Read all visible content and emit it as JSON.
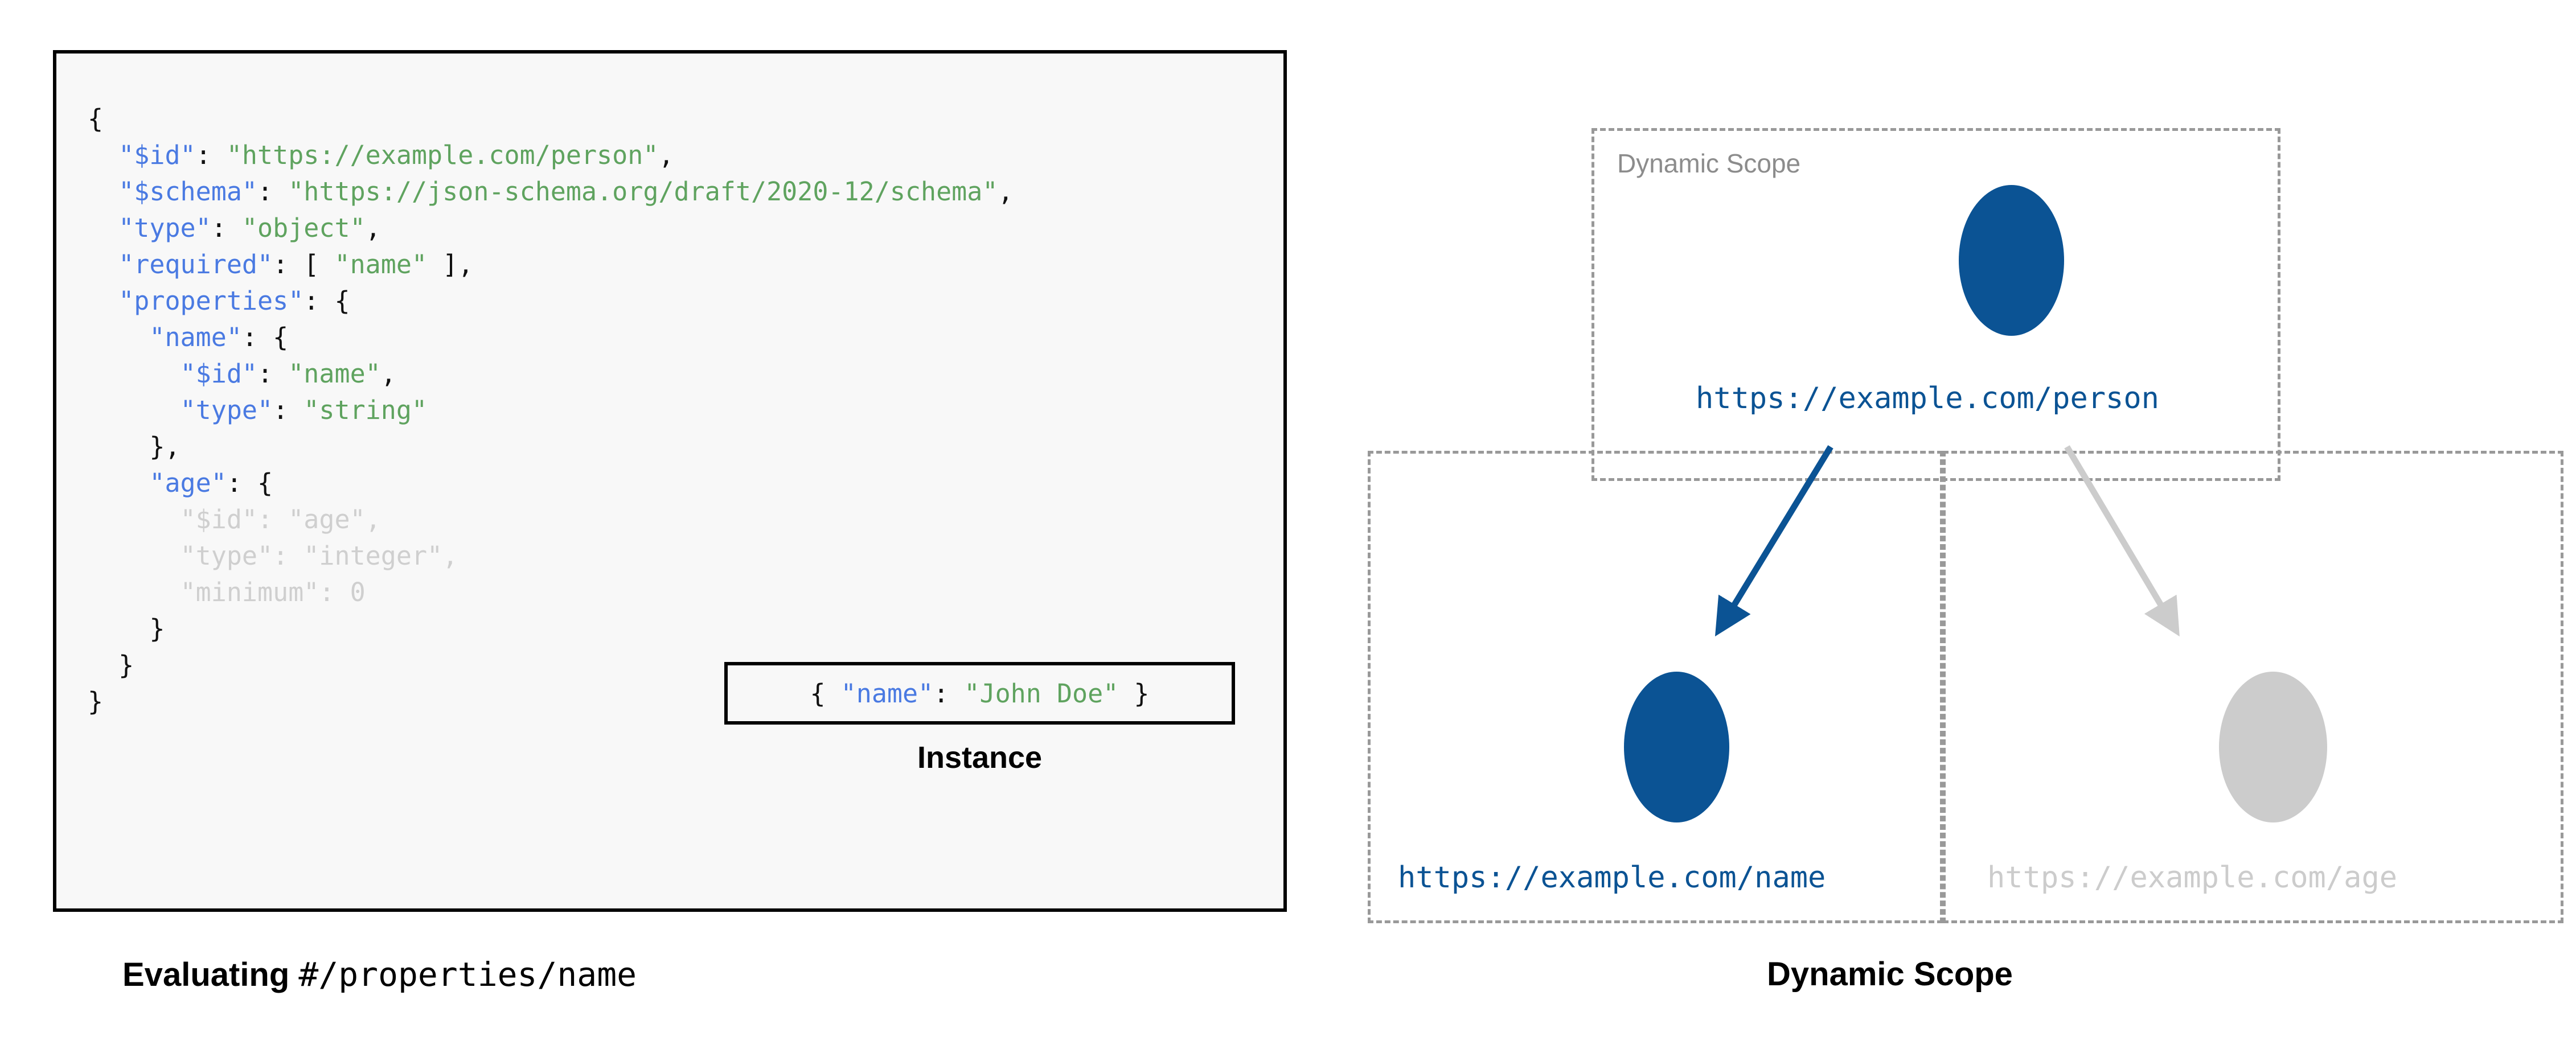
{
  "code_panel": {
    "lines": [
      {
        "dim": false,
        "tokens": [
          {
            "t": "p",
            "v": "{"
          }
        ]
      },
      {
        "dim": false,
        "tokens": [
          {
            "t": "p",
            "v": "  "
          },
          {
            "t": "k",
            "v": "\"$id\""
          },
          {
            "t": "p",
            "v": ": "
          },
          {
            "t": "s",
            "v": "\"https://example.com/person\""
          },
          {
            "t": "p",
            "v": ","
          }
        ]
      },
      {
        "dim": false,
        "tokens": [
          {
            "t": "p",
            "v": "  "
          },
          {
            "t": "k",
            "v": "\"$schema\""
          },
          {
            "t": "p",
            "v": ": "
          },
          {
            "t": "s",
            "v": "\"https://json-schema.org/draft/2020-12/schema\""
          },
          {
            "t": "p",
            "v": ","
          }
        ]
      },
      {
        "dim": false,
        "tokens": [
          {
            "t": "p",
            "v": "  "
          },
          {
            "t": "k",
            "v": "\"type\""
          },
          {
            "t": "p",
            "v": ": "
          },
          {
            "t": "s",
            "v": "\"object\""
          },
          {
            "t": "p",
            "v": ","
          }
        ]
      },
      {
        "dim": false,
        "tokens": [
          {
            "t": "p",
            "v": "  "
          },
          {
            "t": "k",
            "v": "\"required\""
          },
          {
            "t": "p",
            "v": ": [ "
          },
          {
            "t": "s",
            "v": "\"name\""
          },
          {
            "t": "p",
            "v": " ],"
          }
        ]
      },
      {
        "dim": false,
        "tokens": [
          {
            "t": "p",
            "v": "  "
          },
          {
            "t": "k",
            "v": "\"properties\""
          },
          {
            "t": "p",
            "v": ": {"
          }
        ]
      },
      {
        "dim": false,
        "tokens": [
          {
            "t": "p",
            "v": "    "
          },
          {
            "t": "k",
            "v": "\"name\""
          },
          {
            "t": "p",
            "v": ": {"
          }
        ]
      },
      {
        "dim": false,
        "tokens": [
          {
            "t": "p",
            "v": "      "
          },
          {
            "t": "k",
            "v": "\"$id\""
          },
          {
            "t": "p",
            "v": ": "
          },
          {
            "t": "s",
            "v": "\"name\""
          },
          {
            "t": "p",
            "v": ","
          }
        ]
      },
      {
        "dim": false,
        "tokens": [
          {
            "t": "p",
            "v": "      "
          },
          {
            "t": "k",
            "v": "\"type\""
          },
          {
            "t": "p",
            "v": ": "
          },
          {
            "t": "s",
            "v": "\"string\""
          }
        ]
      },
      {
        "dim": false,
        "tokens": [
          {
            "t": "p",
            "v": "    },"
          }
        ]
      },
      {
        "dim": false,
        "tokens": [
          {
            "t": "p",
            "v": "    "
          },
          {
            "t": "k",
            "v": "\"age\""
          },
          {
            "t": "p",
            "v": ": {"
          }
        ]
      },
      {
        "dim": true,
        "tokens": [
          {
            "t": "p",
            "v": "      "
          },
          {
            "t": "k",
            "v": "\"$id\""
          },
          {
            "t": "p",
            "v": ": "
          },
          {
            "t": "s",
            "v": "\"age\""
          },
          {
            "t": "p",
            "v": ","
          }
        ]
      },
      {
        "dim": true,
        "tokens": [
          {
            "t": "p",
            "v": "      "
          },
          {
            "t": "k",
            "v": "\"type\""
          },
          {
            "t": "p",
            "v": ": "
          },
          {
            "t": "s",
            "v": "\"integer\""
          },
          {
            "t": "p",
            "v": ","
          }
        ]
      },
      {
        "dim": true,
        "tokens": [
          {
            "t": "p",
            "v": "      "
          },
          {
            "t": "k",
            "v": "\"minimum\""
          },
          {
            "t": "p",
            "v": ": "
          },
          {
            "t": "num",
            "v": "0"
          }
        ]
      },
      {
        "dim": false,
        "tokens": [
          {
            "t": "p",
            "v": "    }"
          }
        ]
      },
      {
        "dim": false,
        "tokens": [
          {
            "t": "p",
            "v": "  }"
          }
        ]
      },
      {
        "dim": false,
        "tokens": [
          {
            "t": "p",
            "v": "}"
          }
        ]
      }
    ]
  },
  "instance": {
    "code_tokens": [
      {
        "t": "p",
        "v": "{ "
      },
      {
        "t": "k",
        "v": "\"name\""
      },
      {
        "t": "p",
        "v": ": "
      },
      {
        "t": "s",
        "v": "\"John Doe\""
      },
      {
        "t": "p",
        "v": " }"
      }
    ],
    "label": "Instance"
  },
  "captions": {
    "left_bold": "Evaluating",
    "left_mono": "#/properties/name",
    "right": "Dynamic Scope"
  },
  "scope_diagram": {
    "box_label": "Dynamic Scope",
    "nodes": [
      {
        "id": "person",
        "label": "https://example.com/person",
        "state": "active"
      },
      {
        "id": "name",
        "label": "https://example.com/name",
        "state": "active"
      },
      {
        "id": "age",
        "label": "https://example.com/age",
        "state": "dimmed"
      }
    ],
    "edges": [
      {
        "from": "person",
        "to": "name",
        "state": "active"
      },
      {
        "from": "person",
        "to": "age",
        "state": "dimmed"
      }
    ]
  },
  "colors": {
    "accent_blue": "#0b5394",
    "dimmed_grey": "#cccccc",
    "dash_grey": "#999999",
    "label_grey": "#8c8c8c",
    "key_blue": "#4a7ae2",
    "string_green": "#5fa35f",
    "panel_bg": "#f8f8f8",
    "border_black": "#000000"
  }
}
